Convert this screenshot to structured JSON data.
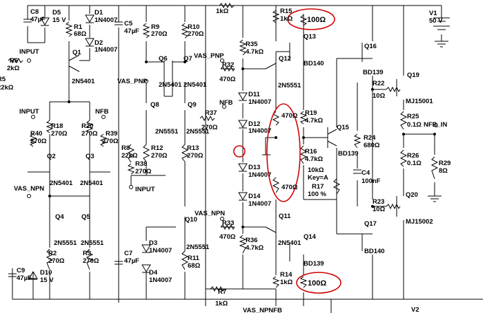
{
  "labels": {
    "C8": "C8",
    "C8_val": "47µF",
    "D5": "D5",
    "D5_val": "15 V",
    "D1": "D1",
    "D1_val": "1N4007",
    "D2": "D2",
    "D2_val": "1N4007",
    "R1": "R1",
    "R1_val": "68Ω",
    "Q1": "Q1",
    "Q1_type": "2N5401",
    "C5": "C5",
    "C5_val": "47µF",
    "R9": "R9",
    "R9_val": "270Ω",
    "R10": "R10",
    "R10_val": "270Ω",
    "Q6": "Q6",
    "Q7": "Q7",
    "Q6_type": "2N5401",
    "Q7_type": "2N5401",
    "R7_top_val": "1kΩ",
    "R15": "R15",
    "R15_val": "1kΩ",
    "R15_hl": "100Ω",
    "V1": "V1",
    "V1_val": "50 V",
    "INPUT_top": "INPUT",
    "R6": "R6",
    "R6_val": "2kΩ",
    "R5": "R5",
    "R5_val": "22kΩ",
    "VAS_PNP_top": "VAS_PNP",
    "R32": "R32",
    "R32_val": "470Ω",
    "R35": "R35",
    "R35_val": "4.7kΩ",
    "Q12": "Q12",
    "Q12_type": "2N5551",
    "Q13": "Q13",
    "Q13_type": "BD140",
    "Q16": "Q16",
    "Q16_type": "BD139",
    "Q19": "Q19",
    "Q19_type": "MJ15001",
    "R22": "R22",
    "R22_val": "10Ω",
    "VAS_PNP_left": "VAS_PNP",
    "Q8": "Q8",
    "Q8_type": "2N5551",
    "Q9": "Q9",
    "Q9_type": "2N5551",
    "D11": "D11",
    "D11_val": "1N4007",
    "INPUT_mid": "INPUT",
    "NFB_mid": "NFB",
    "R18": "R18",
    "R18_val": "270Ω",
    "R20": "R20",
    "R20_val": "270Ω",
    "R40": "R40",
    "R40_val": "270Ω",
    "R39": "R39",
    "R39_val": "270Ω",
    "NFB_r37": "NFB",
    "R37": "R37",
    "R37_val": "270Ω",
    "D12": "D12",
    "D12_val": "1N4007",
    "R19": "R19",
    "R19_val": "4.7kΩ",
    "Q15": "Q15",
    "Q15_type": "BD139",
    "R24": "R24",
    "R24_val": "680Ω",
    "R25": "R25",
    "R25_val": "0.1Ω",
    "NFB_IN": "NFB_IN",
    "R26": "R26",
    "R26_val": "0.1Ω",
    "R29": "R29",
    "R29_val": "8Ω",
    "Q2": "Q2",
    "Q2_type": "2N5401",
    "Q3": "Q3",
    "Q3_type": "2N5401",
    "R8": "R8",
    "R8_val": "22kΩ",
    "R12": "R12",
    "R12_val": "270Ω",
    "R13": "R13",
    "R13_val": "270Ω",
    "R38": "R38",
    "R38_val": "270Ω",
    "INPUT_r38": "INPUT",
    "R16": "R16",
    "R16_val": "4.7kΩ",
    "D13": "D13",
    "D13_val": "1N4007",
    "R17_pot": "10kΩ",
    "R17_key": "Key=A",
    "R17": "R17",
    "R17_pct": "100 %",
    "C4": "C4",
    "C4_val": "100nF",
    "VAS_NPN_left": "VAS_NPN",
    "Q4": "Q4",
    "Q5": "Q5",
    "Q4_type": "2N5551",
    "Q5_type": "2N5551",
    "D14": "D14",
    "D14_val": "1N4007",
    "R470_top": "470Ω",
    "R470_bot": "470Ω",
    "Q20": "Q20",
    "Q20_type": "MJ15002",
    "R23": "R23",
    "R23_val": "10Ω",
    "Q11": "Q11",
    "Q11_type": "2N5401",
    "Q17": "Q17",
    "Q17_type": "BD140",
    "VAS_NPN_mid": "VAS_NPN",
    "R33": "R33",
    "R33_val": "470Ω",
    "Q10": "Q10",
    "Q10_type": "2N5551",
    "R36": "R36",
    "R36_val": "4.7kΩ",
    "Q14": "Q14",
    "Q14_type": "BD139",
    "D3": "D3",
    "D3_val": "1N4007",
    "D4": "D4",
    "D4_val": "1N4007",
    "C7": "C7",
    "C7_val": "47µF",
    "R11": "R11",
    "R11_val": "68Ω",
    "R2": "R2",
    "R2_val": "270Ω",
    "R3": "R3",
    "R3_val": "270Ω",
    "C9": "C9",
    "C9_val": "47µF",
    "D10": "D10",
    "D10_val": "15 V",
    "R14": "R14",
    "R14_val": "1kΩ",
    "R14_hl": "100Ω",
    "R7": "R7",
    "R7_val": "1kΩ",
    "VAS_NPNFB": "VAS_NPNFB",
    "V2": "V2"
  },
  "colors": {
    "wire": "#000000",
    "highlight": "#d00000",
    "background": "#ffffff"
  }
}
